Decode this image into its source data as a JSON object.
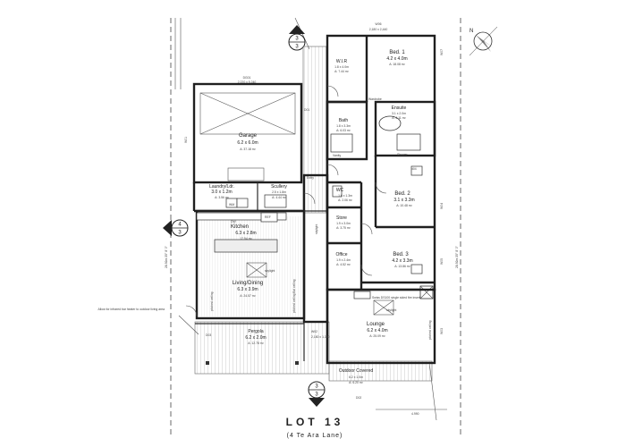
{
  "title": {
    "lot": "LOT 13",
    "address": "(4 Te Ara Lane)"
  },
  "section_markers": {
    "top": {
      "num": "3",
      "sheet": "3"
    },
    "left": {
      "num": "4",
      "sheet": "3"
    },
    "bottom": {
      "num": "3",
      "sheet": "3"
    }
  },
  "rooms": {
    "garage": {
      "name": "Garage",
      "dims": "6.2 x 6.0m",
      "area": "A: 37.18 m²"
    },
    "laundry": {
      "name": "Laundry/Ldr.",
      "dims": "3.0 x 1.2m",
      "area": "A: 3.56 m²"
    },
    "scullery": {
      "name": "Scullery",
      "dims": "2.5 x 1.8m",
      "area": "A: 4.44 m²"
    },
    "kitchen": {
      "name": "Kitchen",
      "dims": "6.3 x 2.8m",
      "area": "17.54 m²"
    },
    "living": {
      "name": "Living/Dining",
      "dims": "6.3 x 3.9m",
      "area": "A: 24.57 m²"
    },
    "pergola": {
      "name": "Pergola",
      "dims": "6.2 x 2.0m",
      "area": "A: 12.78 m²"
    },
    "wir": {
      "name": "W.I.R",
      "dims": "1.8 x 4.0m",
      "area": "A: 7.44 m²"
    },
    "bed1": {
      "name": "Bed. 1",
      "dims": "4.2 x 4.0m",
      "area": "A: 18.08 m²"
    },
    "ensuite": {
      "name": "Ensuite",
      "dims": "3.1 x 2.0m",
      "area": "A: 6.11 m²"
    },
    "bath": {
      "name": "Bath",
      "dims": "1.8 x 3.3m",
      "area": "A: 6.03 m²"
    },
    "bed2": {
      "name": "Bed. 2",
      "dims": "3.1 x 3.3m",
      "area": "A: 10.48 m²"
    },
    "wc": {
      "name": "WC",
      "dims": "1.6 x 1.3m",
      "area": "A: 2.06 m²"
    },
    "store": {
      "name": "Store",
      "dims": "1.9 x 3.0m",
      "area": "A: 3.75 m²"
    },
    "bed3": {
      "name": "Bed. 3",
      "dims": "4.2 x 3.3m",
      "area": "A: 13.86 m²"
    },
    "office": {
      "name": "Office",
      "dims": "1.9 x 2.4m",
      "area": "A: 4.52 m²"
    },
    "lounge": {
      "name": "Lounge",
      "dims": "6.2 x 4.0m",
      "area": "A: 25.09 m²"
    },
    "outdoor": {
      "name": "Outdoor Covered",
      "dims": "6.2 x 1.0m",
      "area": "A: 6.20 m²"
    }
  },
  "labels": {
    "skylight": "skylight",
    "pitched_ceiling": "pitched ceiling",
    "pitched_ceiling_flat": "pitched ceiling flat ceiling",
    "flat_ceiling": "flat ceiling",
    "entry": "Entry",
    "bedroom": "Bedroom",
    "linen": "Lin",
    "wm": "WM",
    "dw": "DW",
    "ref": "REF",
    "heater_note": "Allow for infrared bar heater to outdoor living area",
    "stove_note": "Swiss DS100 single sided fire insert",
    "wardrobe": "Wardrobe",
    "shower": "Shower",
    "vanity": "Vanity"
  },
  "windows": {
    "w06": "W06",
    "w07": "W07",
    "w04": "W04",
    "w05": "W05",
    "w03": "W03",
    "w02": "W02",
    "w01": "W01",
    "dg01": "DG01",
    "d01": "D01",
    "d02": "D02",
    "d03": "D03",
    "d04": "d04",
    "d01b": "d01",
    "d02b": "d02",
    "d03b": "d03"
  },
  "window_sizes": {
    "w06": "2,180 x 2,440",
    "dg01": "2,220 x 5,240",
    "w02": "2,180 x 1,380"
  },
  "boundary_dims": {
    "left": "28.92m  35° 8' 0\"",
    "right": "28.92m  35° 8' 0\""
  },
  "boundary": {
    "dim_bottom": "4.990"
  },
  "north": {
    "label": "N"
  }
}
